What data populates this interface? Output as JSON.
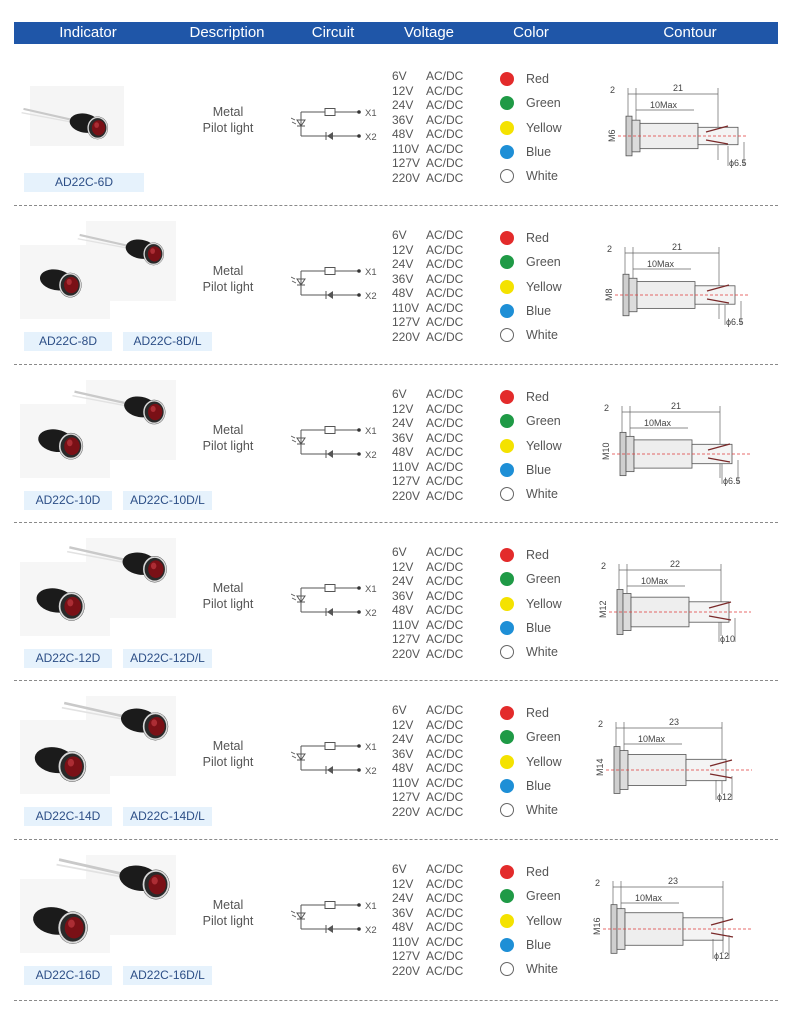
{
  "header": {
    "indicator": "Indicator",
    "description": "Description",
    "circuit": "Circuit",
    "voltage": "Voltage",
    "color": "Color",
    "contour": "Contour"
  },
  "circuit_labels": {
    "x1": "X1",
    "x2": "X2"
  },
  "colors": [
    {
      "name": "Red",
      "hex": "#e32b2b"
    },
    {
      "name": "Green",
      "hex": "#1f9a46"
    },
    {
      "name": "Yellow",
      "hex": "#f4e200"
    },
    {
      "name": "Blue",
      "hex": "#1e8fd6"
    },
    {
      "name": "White",
      "hex": "#ffffff"
    }
  ],
  "rows": [
    {
      "models": [
        "AD22C-6D"
      ],
      "description": [
        "Metal",
        "Pilot light"
      ],
      "voltages": [
        [
          "6V",
          "AC/DC"
        ],
        [
          "12V",
          "AC/DC"
        ],
        [
          "24V",
          "AC/DC"
        ],
        [
          "36V",
          "AC/DC"
        ],
        [
          "48V",
          "AC/DC"
        ],
        [
          "110V",
          "AC/DC"
        ],
        [
          "127V",
          "AC/DC"
        ],
        [
          "220V",
          "AC/DC"
        ]
      ],
      "contour": {
        "flange": "2",
        "length": "21",
        "max": "10Max",
        "thread": "M6",
        "dia": "ϕ6.5"
      }
    },
    {
      "models": [
        "AD22C-8D",
        "AD22C-8D/L"
      ],
      "description": [
        "Metal",
        "Pilot light"
      ],
      "voltages": [
        [
          "6V",
          "AC/DC"
        ],
        [
          "12V",
          "AC/DC"
        ],
        [
          "24V",
          "AC/DC"
        ],
        [
          "36V",
          "AC/DC"
        ],
        [
          "48V",
          "AC/DC"
        ],
        [
          "110V",
          "AC/DC"
        ],
        [
          "127V",
          "AC/DC"
        ],
        [
          "220V",
          "AC/DC"
        ]
      ],
      "contour": {
        "flange": "2",
        "length": "21",
        "max": "10Max",
        "thread": "M8",
        "dia": "ϕ6.5"
      }
    },
    {
      "models": [
        "AD22C-10D",
        "AD22C-10D/L"
      ],
      "description": [
        "Metal",
        "Pilot light"
      ],
      "voltages": [
        [
          "6V",
          "AC/DC"
        ],
        [
          "12V",
          "AC/DC"
        ],
        [
          "24V",
          "AC/DC"
        ],
        [
          "36V",
          "AC/DC"
        ],
        [
          "48V",
          "AC/DC"
        ],
        [
          "110V",
          "AC/DC"
        ],
        [
          "127V",
          "AC/DC"
        ],
        [
          "220V",
          "AC/DC"
        ]
      ],
      "contour": {
        "flange": "2",
        "length": "21",
        "max": "10Max",
        "thread": "M10",
        "dia": "ϕ6.5"
      }
    },
    {
      "models": [
        "AD22C-12D",
        "AD22C-12D/L"
      ],
      "description": [
        "Metal",
        "Pilot light"
      ],
      "voltages": [
        [
          "6V",
          "AC/DC"
        ],
        [
          "12V",
          "AC/DC"
        ],
        [
          "24V",
          "AC/DC"
        ],
        [
          "36V",
          "AC/DC"
        ],
        [
          "48V",
          "AC/DC"
        ],
        [
          "110V",
          "AC/DC"
        ],
        [
          "127V",
          "AC/DC"
        ],
        [
          "220V",
          "AC/DC"
        ]
      ],
      "contour": {
        "flange": "2",
        "length": "22",
        "max": "10Max",
        "thread": "M12",
        "dia": "ϕ10"
      }
    },
    {
      "models": [
        "AD22C-14D",
        "AD22C-14D/L"
      ],
      "description": [
        "Metal",
        "Pilot light"
      ],
      "voltages": [
        [
          "6V",
          "AC/DC"
        ],
        [
          "12V",
          "AC/DC"
        ],
        [
          "24V",
          "AC/DC"
        ],
        [
          "36V",
          "AC/DC"
        ],
        [
          "48V",
          "AC/DC"
        ],
        [
          "110V",
          "AC/DC"
        ],
        [
          "127V",
          "AC/DC"
        ],
        [
          "220V",
          "AC/DC"
        ]
      ],
      "contour": {
        "flange": "2",
        "length": "23",
        "max": "10Max",
        "thread": "M14",
        "dia": "ϕ12"
      }
    },
    {
      "models": [
        "AD22C-16D",
        "AD22C-16D/L"
      ],
      "description": [
        "Metal",
        "Pilot light"
      ],
      "voltages": [
        [
          "6V",
          "AC/DC"
        ],
        [
          "12V",
          "AC/DC"
        ],
        [
          "24V",
          "AC/DC"
        ],
        [
          "36V",
          "AC/DC"
        ],
        [
          "48V",
          "AC/DC"
        ],
        [
          "110V",
          "AC/DC"
        ],
        [
          "127V",
          "AC/DC"
        ],
        [
          "220V",
          "AC/DC"
        ]
      ],
      "contour": {
        "flange": "2",
        "length": "23",
        "max": "10Max",
        "thread": "M16",
        "dia": "ϕ12"
      }
    }
  ]
}
